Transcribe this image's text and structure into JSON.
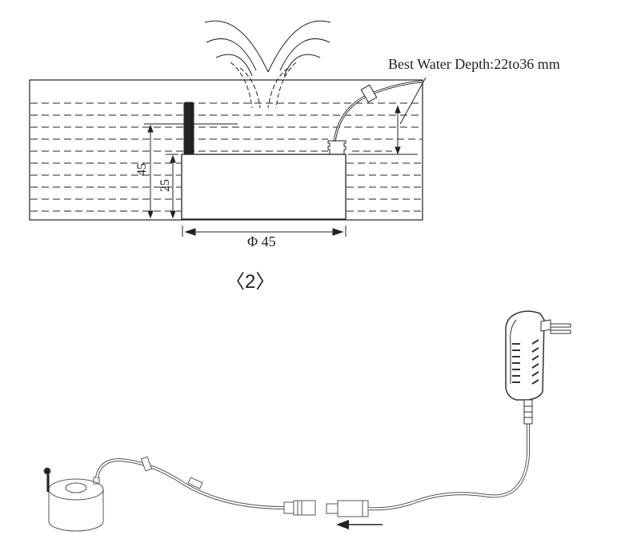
{
  "top_diagram": {
    "depth_label": "Best Water Depth:22to36 mm",
    "height_total": "45",
    "height_body": "25",
    "diameter": "Φ 45"
  },
  "figure_label": "〈2〉",
  "bottom_diagram": {
    "parts": [
      "pump",
      "cable",
      "connector",
      "power-adapter"
    ]
  }
}
